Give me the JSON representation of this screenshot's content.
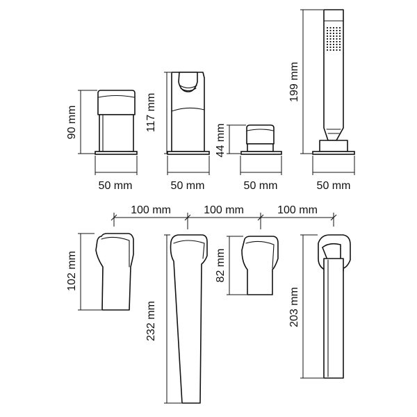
{
  "front_view": {
    "widths": [
      "50 mm",
      "50 mm",
      "50 mm",
      "50 mm"
    ],
    "heights": [
      "90 mm",
      "117 mm",
      "44 mm",
      "199 mm"
    ]
  },
  "side_view": {
    "spacings": [
      "100 mm",
      "100 mm",
      "100 mm"
    ],
    "heights": [
      "102 mm",
      "232 mm",
      "82 mm",
      "203 mm"
    ]
  },
  "colors": {
    "line": "#111111",
    "background": "#ffffff"
  }
}
